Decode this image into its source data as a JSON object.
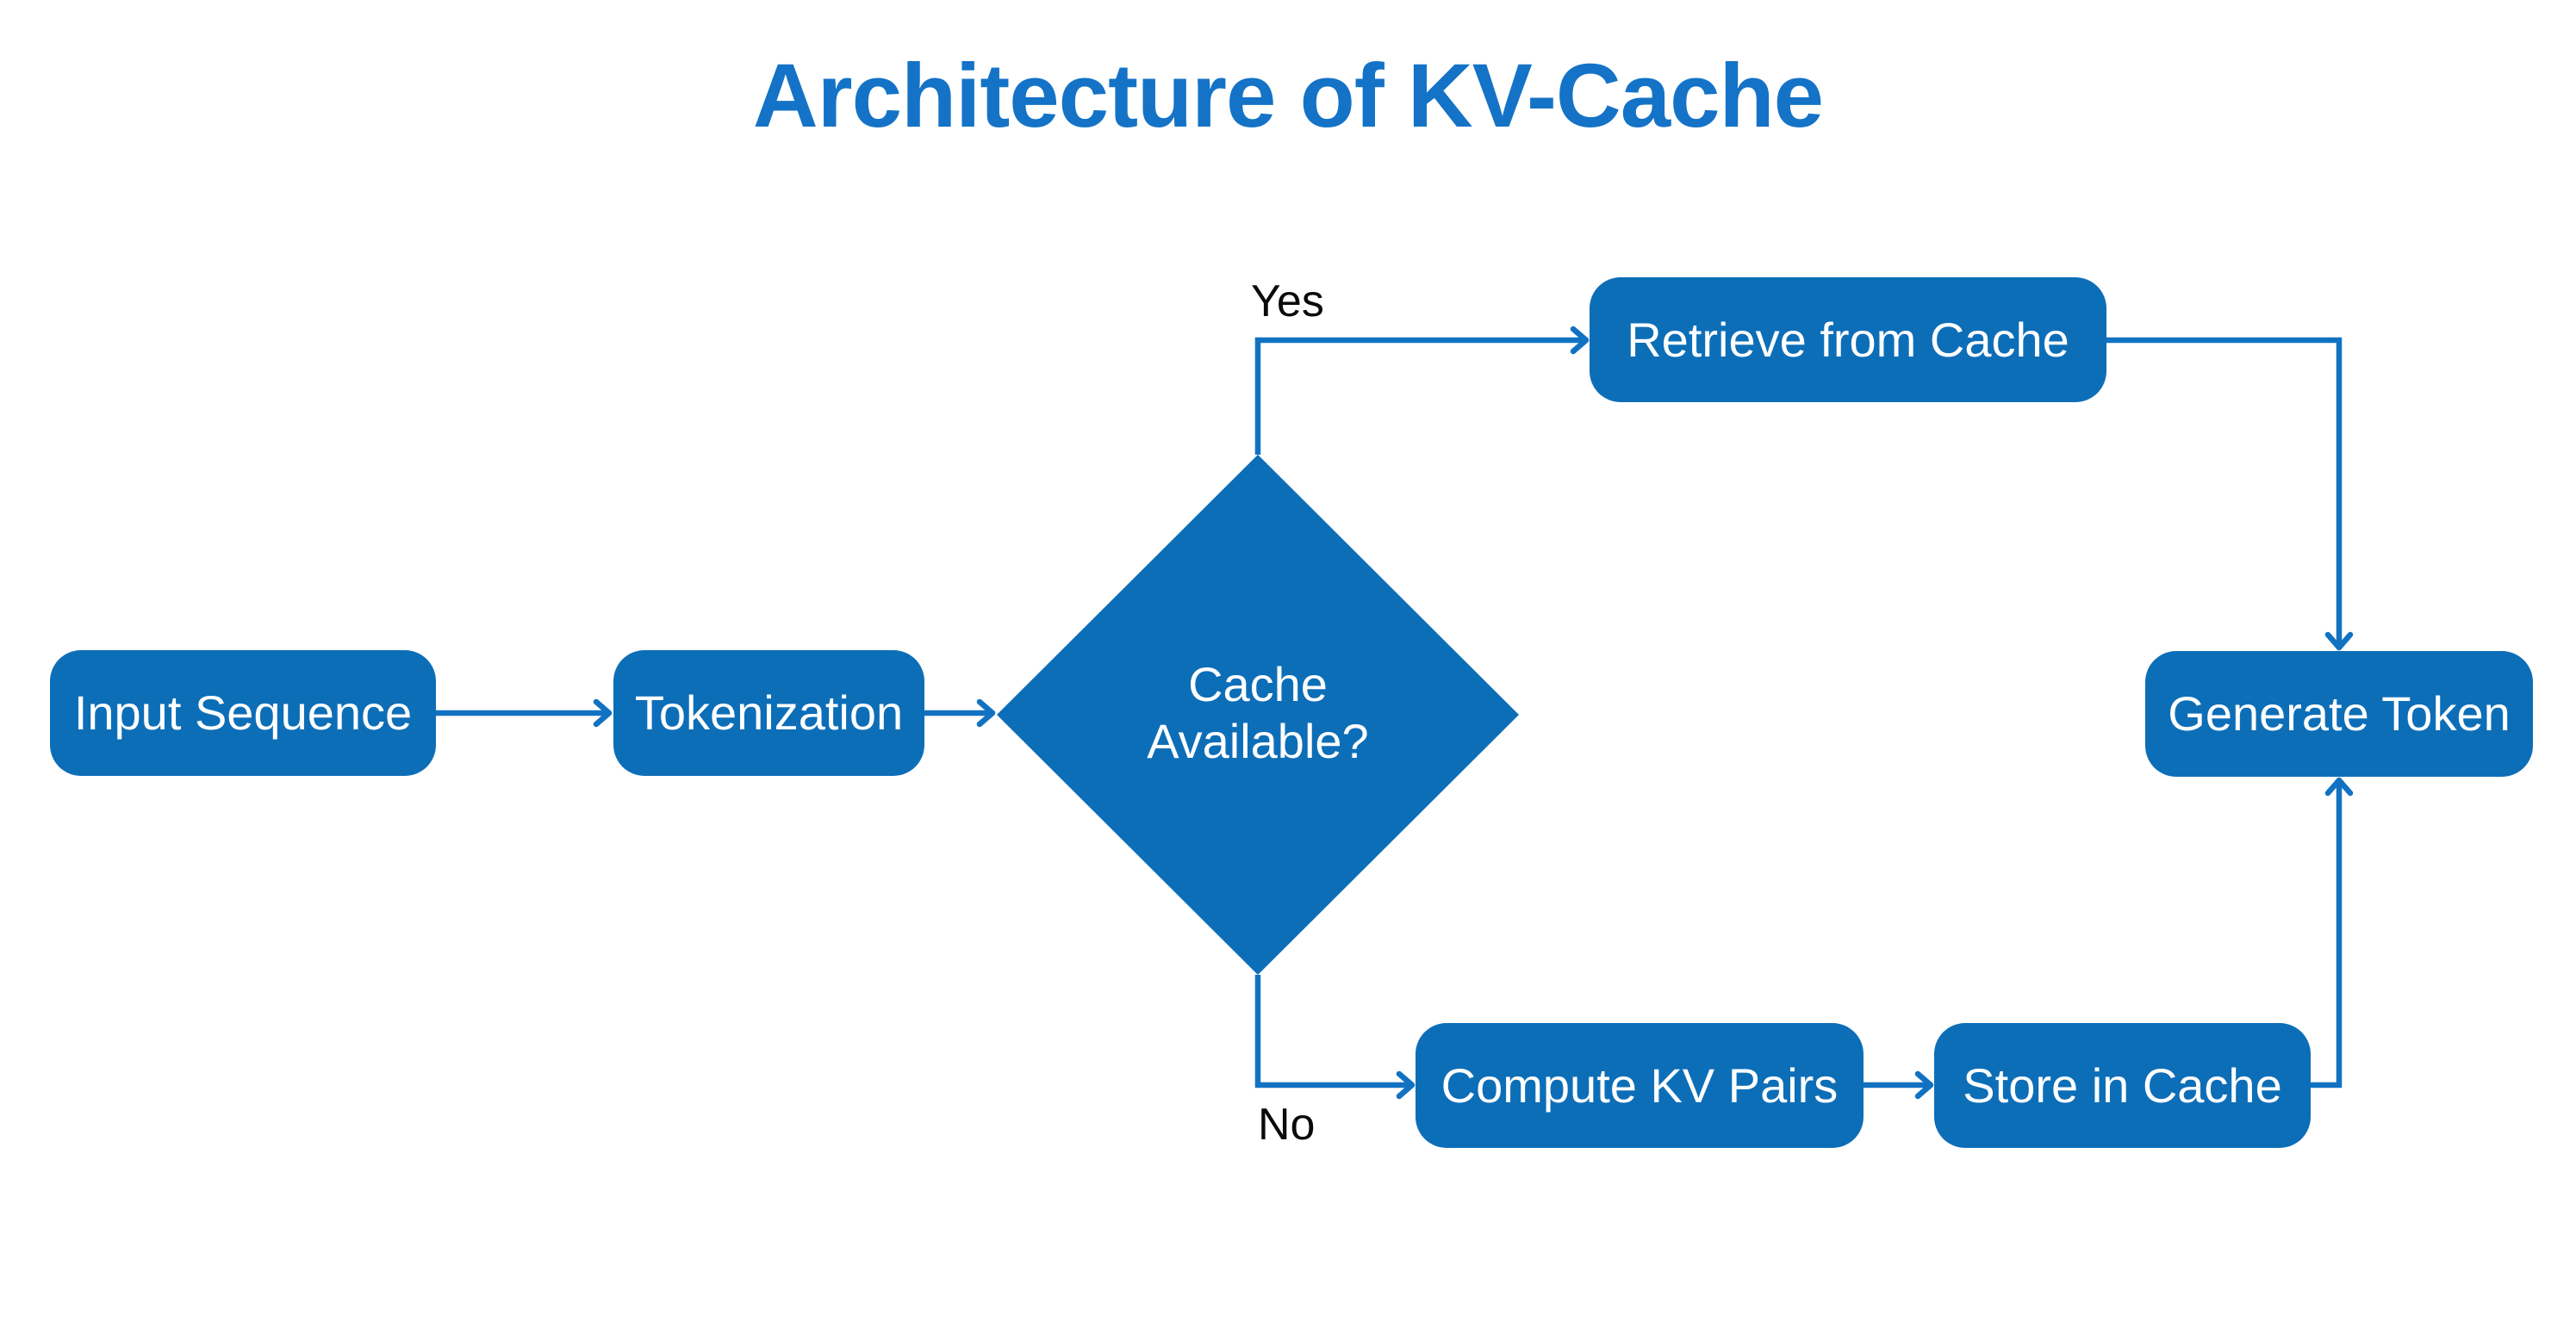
{
  "title": {
    "text": "Architecture of KV-Cache"
  },
  "colors": {
    "shape": "#0d6eb8",
    "connector": "#1272c2",
    "title": "#1473c6",
    "node-text": "#ffffff",
    "label-text": "#0a0a0a",
    "background": "#ffffff"
  },
  "nodes": {
    "input": {
      "label": "Input Sequence",
      "type": "process"
    },
    "tokenization": {
      "label": "Tokenization",
      "type": "process"
    },
    "decision": {
      "line1": "Cache",
      "line2": "Available?",
      "type": "decision"
    },
    "retrieve": {
      "label": "Retrieve from Cache",
      "type": "process"
    },
    "generate": {
      "label": "Generate Token",
      "type": "process"
    },
    "compute": {
      "label": "Compute KV Pairs",
      "type": "process"
    },
    "store": {
      "label": "Store in Cache",
      "type": "process"
    }
  },
  "edge_labels": {
    "yes": "Yes",
    "no": "No"
  },
  "edges": [
    {
      "from": "input",
      "to": "tokenization",
      "label": ""
    },
    {
      "from": "tokenization",
      "to": "decision",
      "label": ""
    },
    {
      "from": "decision",
      "to": "retrieve",
      "label": "Yes"
    },
    {
      "from": "retrieve",
      "to": "generate",
      "label": ""
    },
    {
      "from": "decision",
      "to": "compute",
      "label": "No"
    },
    {
      "from": "compute",
      "to": "store",
      "label": ""
    },
    {
      "from": "store",
      "to": "generate",
      "label": ""
    }
  ]
}
